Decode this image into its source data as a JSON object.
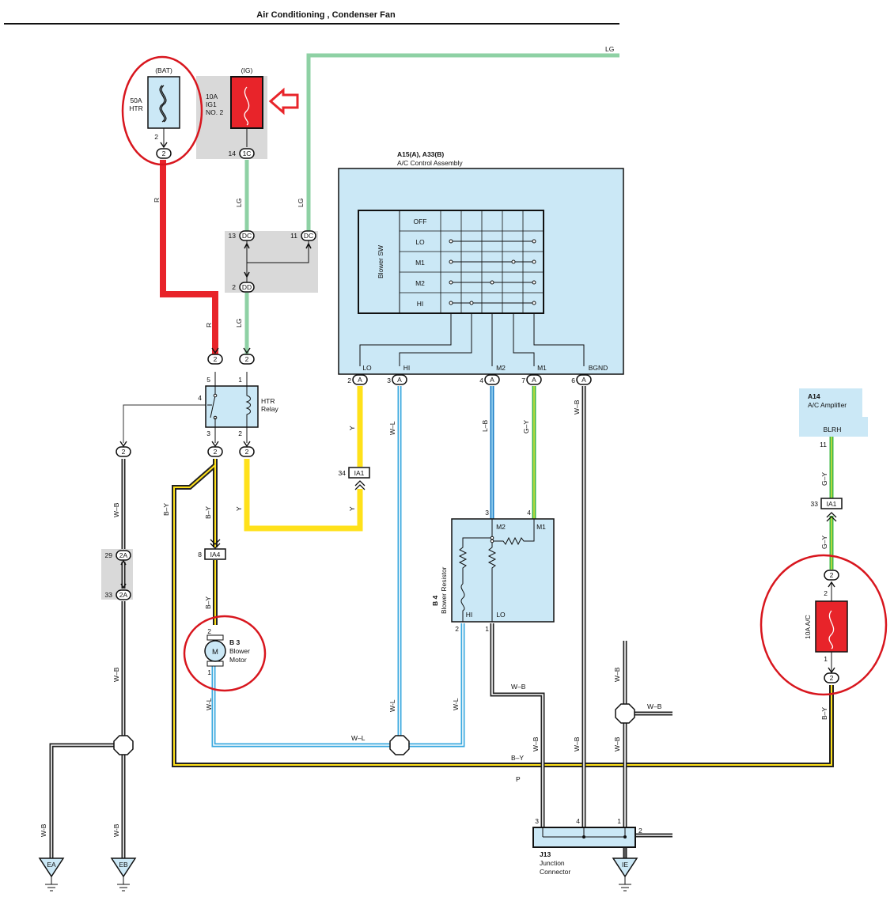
{
  "title": "Air Conditioning , Condenser Fan",
  "colors": {
    "red": "#e8242a",
    "green": "#8ed1a4",
    "bright_green": "#3cb84a",
    "yellow": "#ffe11a",
    "blue_fill": "#cbe8f6",
    "gray": "#d9d9d9",
    "cyan": "#3aa8df",
    "highlight_circle": "#d8161e"
  },
  "fuses": {
    "bat": {
      "tag": "(BAT)",
      "rating": "50A",
      "name": "HTR",
      "pin": "2",
      "conn": "2"
    },
    "ig": {
      "tag": "(IG)",
      "rating": "10A",
      "name1": "IG1",
      "name2": "NO. 2",
      "pin": "14",
      "conn": "1C"
    },
    "ac": {
      "rating": "10A A/C",
      "pin_top": "2",
      "pin_bottom": "1",
      "conn_top": "2",
      "conn_bottom": "2"
    }
  },
  "junctions": {
    "dc_left": {
      "pin": "13",
      "conn": "DC"
    },
    "dc_right": {
      "pin": "11",
      "conn": "DC"
    },
    "dd": {
      "pin": "2",
      "conn": "DD"
    },
    "ia1_left": {
      "pin": "34",
      "conn": "IA1"
    },
    "ia4": {
      "pin": "8",
      "conn": "IA4"
    },
    "ia1_right": {
      "pin": "33",
      "conn": "IA1"
    },
    "j2a_top": {
      "pin": "29",
      "conn": "2A"
    },
    "j2a_bottom": {
      "pin": "33",
      "conn": "2A"
    },
    "c2": "2"
  },
  "wires": {
    "r": "R",
    "lg": "LG",
    "y": "Y",
    "wl": "W–L",
    "wl2": "W-L",
    "lb": "L–B",
    "gy": "G–Y",
    "wb": "W–B",
    "wb2": "W-B",
    "by": "B–Y",
    "p": "P"
  },
  "ac_control": {
    "code": "A15(A), A33(B)",
    "name": "A/C Control Assembly",
    "switch_label": "Blower SW",
    "positions": [
      "OFF",
      "LO",
      "M1",
      "M2",
      "HI"
    ],
    "terminals": [
      "LO",
      "HI",
      "M2",
      "M1",
      "BGND"
    ],
    "pins": [
      "2",
      "3",
      "4",
      "7",
      "6"
    ],
    "conn": "A"
  },
  "relay": {
    "name1": "HTR",
    "name2": "Relay",
    "pins": [
      "5",
      "1",
      "4",
      "3",
      "2"
    ]
  },
  "motor": {
    "code": "B 3",
    "name1": "Blower",
    "name2": "Motor",
    "symbol": "M",
    "pin_top": "2",
    "pin_bottom": "1"
  },
  "resistor": {
    "code": "B 4",
    "name": "Blower Resistor",
    "terminals": [
      "M2",
      "M1",
      "HI",
      "LO"
    ],
    "pins": [
      "3",
      "4",
      "2",
      "1"
    ]
  },
  "amplifier": {
    "code": "A14",
    "name": "A/C Amplifier",
    "terminal": "BLRH",
    "pin": "11"
  },
  "junction_connector": {
    "code": "J13",
    "name1": "Junction",
    "name2": "Connector",
    "pins": [
      "3",
      "4",
      "1",
      "2"
    ]
  },
  "grounds": [
    "EA",
    "EB",
    "IE"
  ]
}
